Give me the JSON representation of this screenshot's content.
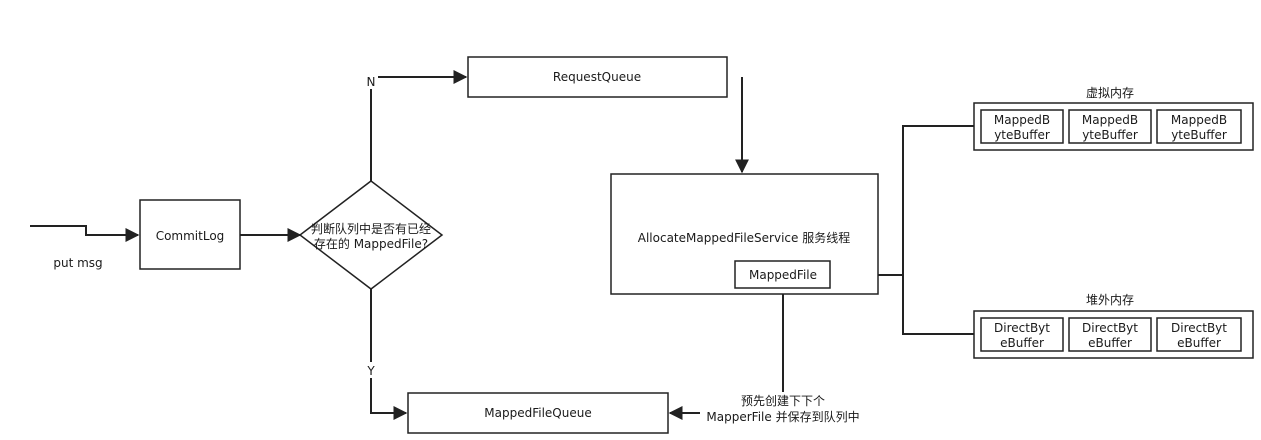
{
  "diagram": {
    "put_msg": "put msg",
    "commitlog": "CommitLog",
    "decision_line1": "判断队列中是否有已经",
    "decision_line2": "存在的 MappedFile?",
    "label_n": "N",
    "label_y": "Y",
    "request_queue": "RequestQueue",
    "mapped_file_queue": "MappedFileQueue",
    "service_title": "AllocateMappedFileService 服务线程",
    "mapped_file": "MappedFile",
    "precreate_line1": "预先创建下下个",
    "precreate_line2": "MapperFile 并保存到队列中",
    "virtual_memory_title": "虚拟内存",
    "offheap_memory_title": "堆外内存",
    "mbb": [
      [
        "MappedB",
        "yteBuffer"
      ],
      [
        "MappedB",
        "yteBuffer"
      ],
      [
        "MappedB",
        "yteBuffer"
      ]
    ],
    "dbb": [
      [
        "DirectByt",
        "eBuffer"
      ],
      [
        "DirectByt",
        "eBuffer"
      ],
      [
        "DirectByt",
        "eBuffer"
      ]
    ]
  }
}
